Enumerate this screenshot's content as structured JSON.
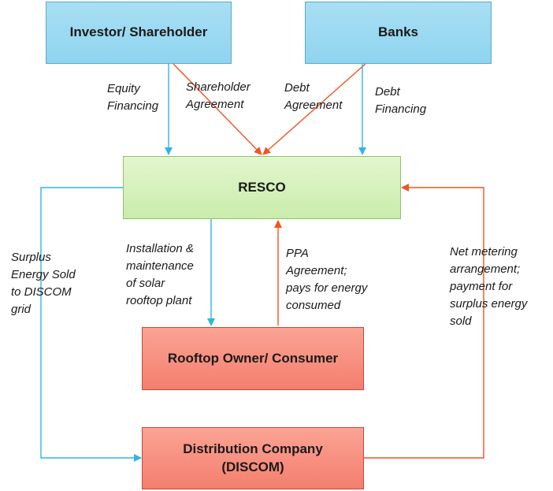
{
  "nodes": {
    "investor": "Investor/ Shareholder",
    "banks": "Banks",
    "resco": "RESCO",
    "rooftop": "Rooftop Owner/ Consumer",
    "discom_line1": "Distribution Company",
    "discom_line2": "(DISCOM)"
  },
  "edges": {
    "equity_financing": "Equity\nFinancing",
    "shareholder_agreement": "Shareholder\nAgreement",
    "debt_agreement": "Debt\nAgreement",
    "debt_financing": "Debt\nFinancing",
    "installation": "Installation &\nmaintenance\nof solar\nrooftop plant",
    "ppa": "PPA\nAgreement;\npays for energy\nconsumed",
    "surplus": "Surplus\nEnergy Sold\nto DISCOM\ngrid",
    "net_metering": "Net metering\narrangement;\npayment for\nsurplus energy\nsold"
  },
  "colors": {
    "blue_arrow": "#2fb6e0",
    "orange_arrow": "#f0541f"
  }
}
